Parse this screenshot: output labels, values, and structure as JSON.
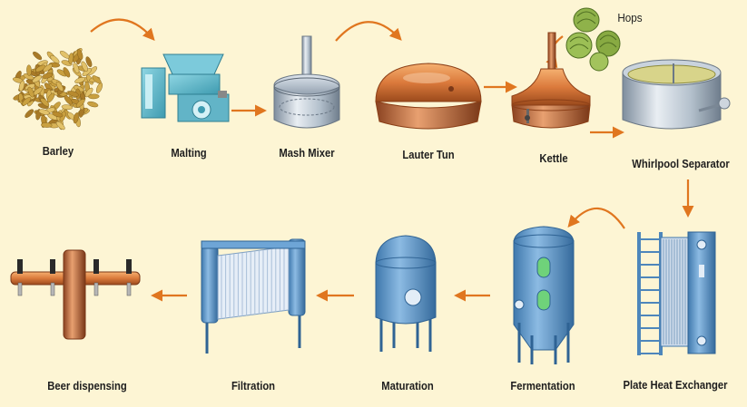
{
  "diagram": {
    "steps": [
      {
        "id": "barley",
        "label": "Barley"
      },
      {
        "id": "malting",
        "label": "Malting"
      },
      {
        "id": "mash-mixer",
        "label": "Mash Mixer"
      },
      {
        "id": "lauter-tun",
        "label": "Lauter Tun"
      },
      {
        "id": "kettle",
        "label": "Kettle"
      },
      {
        "id": "whirlpool-separator",
        "label": "Whirlpool Separator"
      },
      {
        "id": "plate-heat-exchanger",
        "label": "Plate Heat Exchanger"
      },
      {
        "id": "fermentation",
        "label": "Fermentation"
      },
      {
        "id": "maturation",
        "label": "Maturation"
      },
      {
        "id": "filtration",
        "label": "Filtration"
      },
      {
        "id": "beer-dispensing",
        "label": "Beer dispensing"
      }
    ],
    "hops_label": "Hops",
    "colors": {
      "background": "#fdf5d4",
      "arrow": "#e0761f",
      "steel": "#a9b7c6",
      "copper": "#d9783a",
      "blue_equipment": "#5d97c9",
      "machine_teal": "#58b8c8"
    }
  }
}
